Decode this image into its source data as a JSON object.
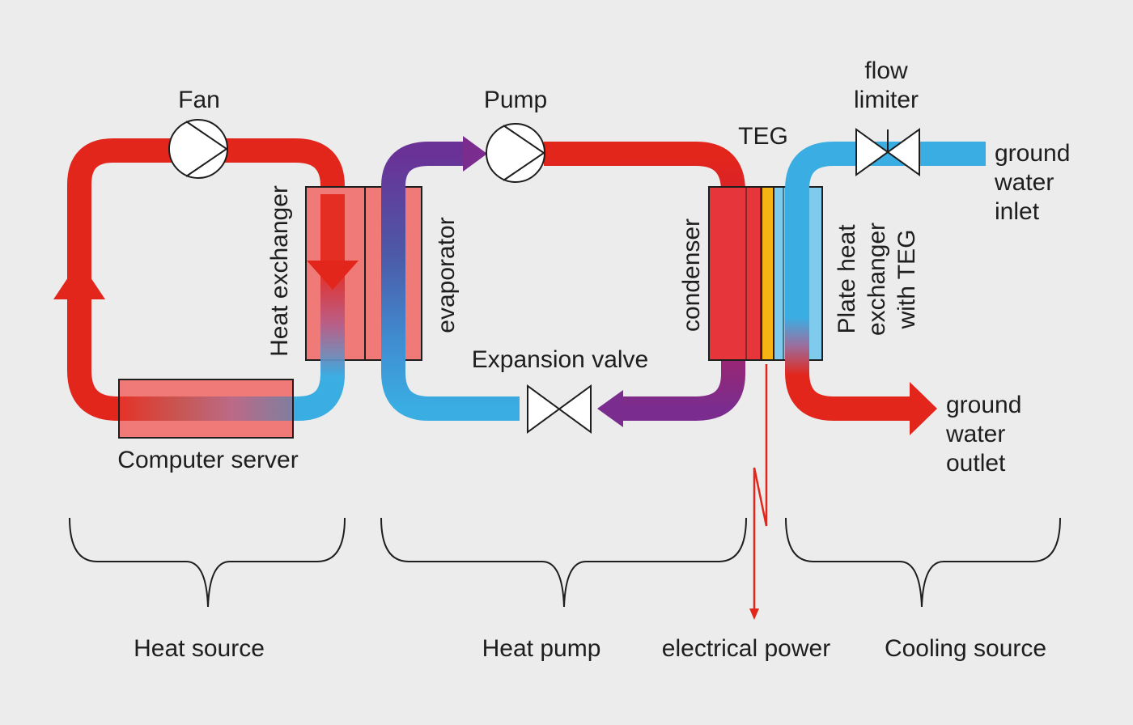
{
  "labels": {
    "fan": "Fan",
    "pump": "Pump",
    "flow_limiter_line1": "flow",
    "flow_limiter_line2": "limiter",
    "teg": "TEG",
    "ground_water_inlet_line1": "ground",
    "ground_water_inlet_line2": "water",
    "ground_water_inlet_line3": "inlet",
    "heat_exchanger": "Heat exchanger",
    "evaporator": "evaporator",
    "condenser": "condenser",
    "plate_hx_line1": "Plate heat",
    "plate_hx_line2": "exchanger",
    "plate_hx_line3": "with TEG",
    "expansion_valve": "Expansion valve",
    "computer_server": "Computer server",
    "ground_water_outlet_line1": "ground",
    "ground_water_outlet_line2": "water",
    "ground_water_outlet_line3": "outlet",
    "heat_source": "Heat source",
    "heat_pump": "Heat pump",
    "electrical_power": "electrical power",
    "cooling_source": "Cooling source"
  },
  "colors": {
    "background": "#ececec",
    "hot_red": "#e3261b",
    "cold_blue": "#3aaee3",
    "refrigerant_purple": "#7a2d8f",
    "exchanger_pink": "#ef7a78",
    "teg_yellow": "#f7b314",
    "plate_light_blue": "#7fcbee",
    "outline": "#1e1e1e",
    "power_line": "#e3261b"
  }
}
